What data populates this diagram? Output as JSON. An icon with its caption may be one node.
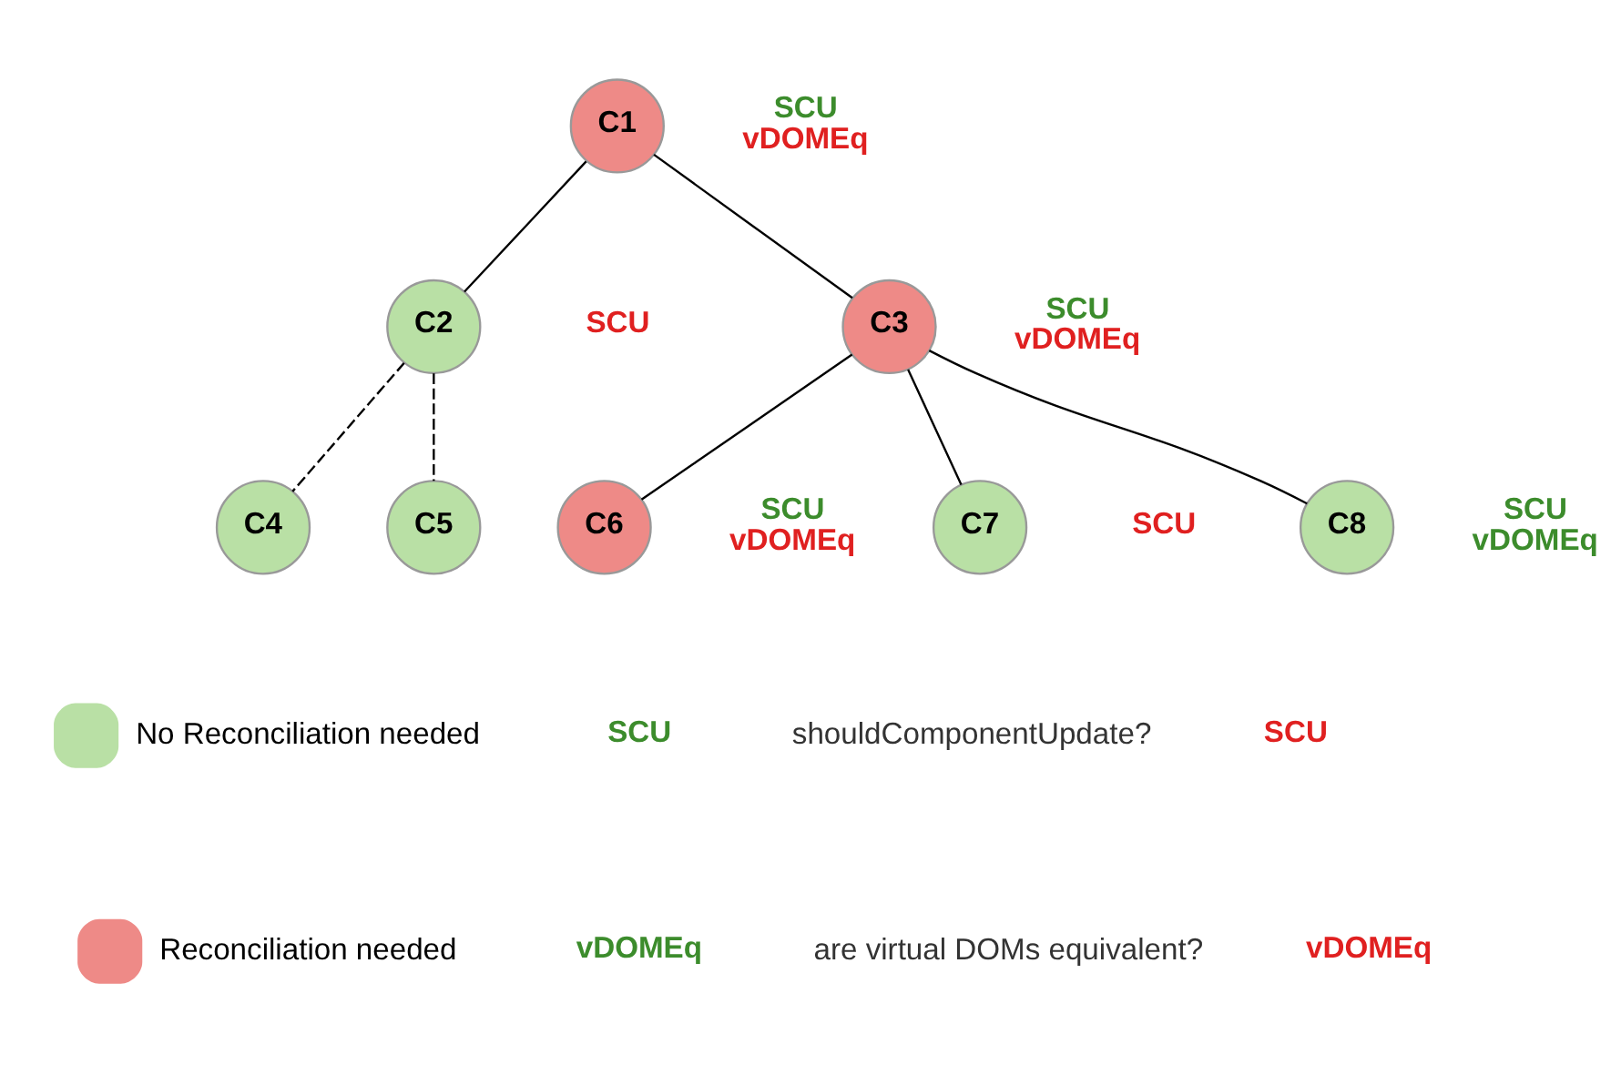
{
  "diagram": {
    "nodes": [
      {
        "text": [
          "C1"
        ],
        "beside": [
          "SCU",
          "vDOMEq"
        ]
      },
      {
        "text": [
          "C2"
        ],
        "beside": [
          "SCU"
        ]
      },
      {
        "text": [
          "C3"
        ],
        "beside": [
          "SCU",
          "vDOMEq"
        ]
      },
      {
        "text": [
          "C4"
        ]
      },
      {
        "text": [
          "C5"
        ]
      },
      {
        "text": [
          "C6"
        ],
        "beside": [
          "SCU",
          "vDOMEq"
        ]
      },
      {
        "text": [
          "C7"
        ],
        "beside": [
          "SCU"
        ]
      },
      {
        "text": [
          "C8"
        ],
        "beside": [
          "SCU",
          "vDOMEq"
        ]
      }
    ],
    "edges": [
      {
        "from": 0,
        "to": 1,
        "arrow": "none"
      },
      {
        "from": 0,
        "to": 2,
        "arrow": "none"
      },
      {
        "from": 1,
        "to": 3,
        "arrow": "none",
        "style": "dashed"
      },
      {
        "from": 1,
        "to": 4,
        "arrow": "none",
        "style": "dashed"
      },
      {
        "from": 2,
        "to": 5,
        "arrow": "none"
      },
      {
        "from": 2,
        "to": 6,
        "arrow": "none"
      },
      {
        "from": 2,
        "to": 7,
        "arrow": "none"
      }
    ],
    "labels": [
      "SCU",
      "shouldComponentUpdate?",
      "SCU",
      "vDOMEq",
      "are virtual DOMs equivalent?",
      "vDOMEq"
    ],
    "legend": [
      {
        "text": "No Reconciliation needed",
        "color": "#b9e0a5"
      },
      {
        "text": "Reconciliation needed",
        "color": "#ee8a87"
      }
    ]
  }
}
